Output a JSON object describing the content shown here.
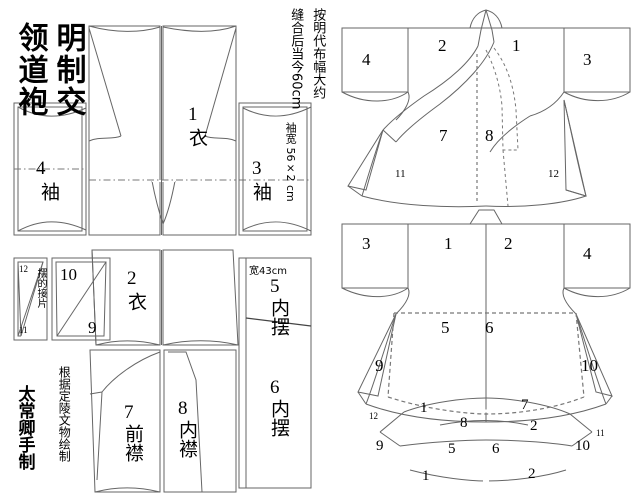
{
  "document": {
    "title_right_column": "明制交",
    "title_left_column": "领道袍",
    "signature": "太常卿手制",
    "source_note": "根据定陵文物绘制",
    "fabric_note_line1": "按明代布幅大约",
    "fabric_note_line2": "缝合后当今60cm",
    "sleeve_width_note": "袖宽 56×2 cm",
    "hem_width_note": "宽43cm",
    "side_panel_note": "摆的接片"
  },
  "pattern_pieces": [
    {
      "id": "4",
      "number": "4",
      "name": "袖",
      "meaning": "sleeve"
    },
    {
      "id": "1",
      "number": "1",
      "name": "衣",
      "meaning": "body-upper"
    },
    {
      "id": "3",
      "number": "3",
      "name": "袖",
      "meaning": "sleeve"
    },
    {
      "id": "12",
      "number": "12",
      "name": "",
      "meaning": "side-gusset"
    },
    {
      "id": "11",
      "number": "11",
      "name": "",
      "meaning": "side-gusset"
    },
    {
      "id": "10",
      "number": "10",
      "name": "",
      "meaning": "side-gusset"
    },
    {
      "id": "9",
      "number": "9",
      "name": "",
      "meaning": "side-gusset"
    },
    {
      "id": "2",
      "number": "2",
      "name": "衣",
      "meaning": "body-lower"
    },
    {
      "id": "5",
      "number": "5",
      "name": "内摆",
      "meaning": "inner-hem"
    },
    {
      "id": "6",
      "number": "6",
      "name": "内摆",
      "meaning": "inner-hem"
    },
    {
      "id": "7",
      "number": "7",
      "name": "前襟",
      "meaning": "front-lapel"
    },
    {
      "id": "8",
      "number": "8",
      "name": "内襟",
      "meaning": "inner-lapel"
    }
  ],
  "front_view": {
    "name": "front-garment-view",
    "labels": [
      "4",
      "2",
      "1",
      "3",
      "7",
      "8",
      "11",
      "12"
    ]
  },
  "back_view": {
    "name": "back-garment-view",
    "labels": [
      "3",
      "1",
      "2",
      "4",
      "5",
      "6",
      "9",
      "10"
    ]
  },
  "cross_section": {
    "name": "cross-section-diagram",
    "row_top": [
      "1",
      "7"
    ],
    "row_second": [
      "8",
      "2"
    ],
    "row_third": [
      "5",
      "6"
    ],
    "row_bottom": [
      "1",
      "2"
    ],
    "left_outer": "12",
    "left_inner": "9",
    "right_outer": "11",
    "right_inner": "10"
  },
  "colors": {
    "stroke": "#555555",
    "stroke_dark": "#333333",
    "background": "#ffffff",
    "text": "#000000"
  }
}
